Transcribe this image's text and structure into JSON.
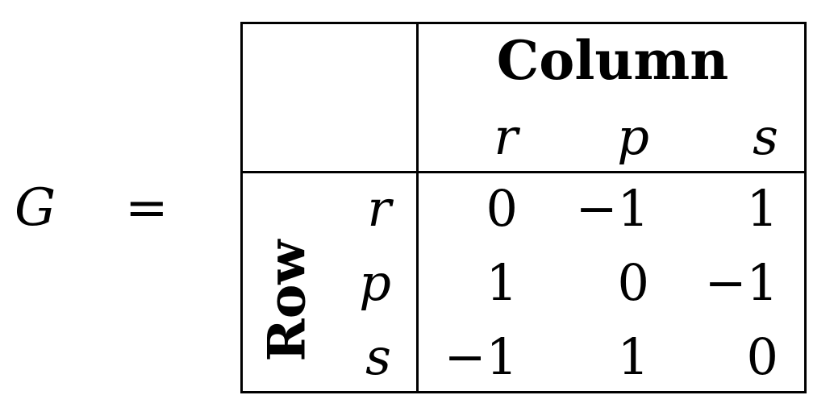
{
  "equation": {
    "lhs": "G",
    "equals": "="
  },
  "table": {
    "column_header": "Column",
    "row_header": "Row",
    "column_labels": [
      "r",
      "p",
      "s"
    ],
    "row_labels": [
      "r",
      "p",
      "s"
    ],
    "rows": [
      [
        "0",
        "−1",
        "1"
      ],
      [
        "1",
        "0",
        "−1"
      ],
      [
        "−1",
        "1",
        "0"
      ]
    ]
  }
}
